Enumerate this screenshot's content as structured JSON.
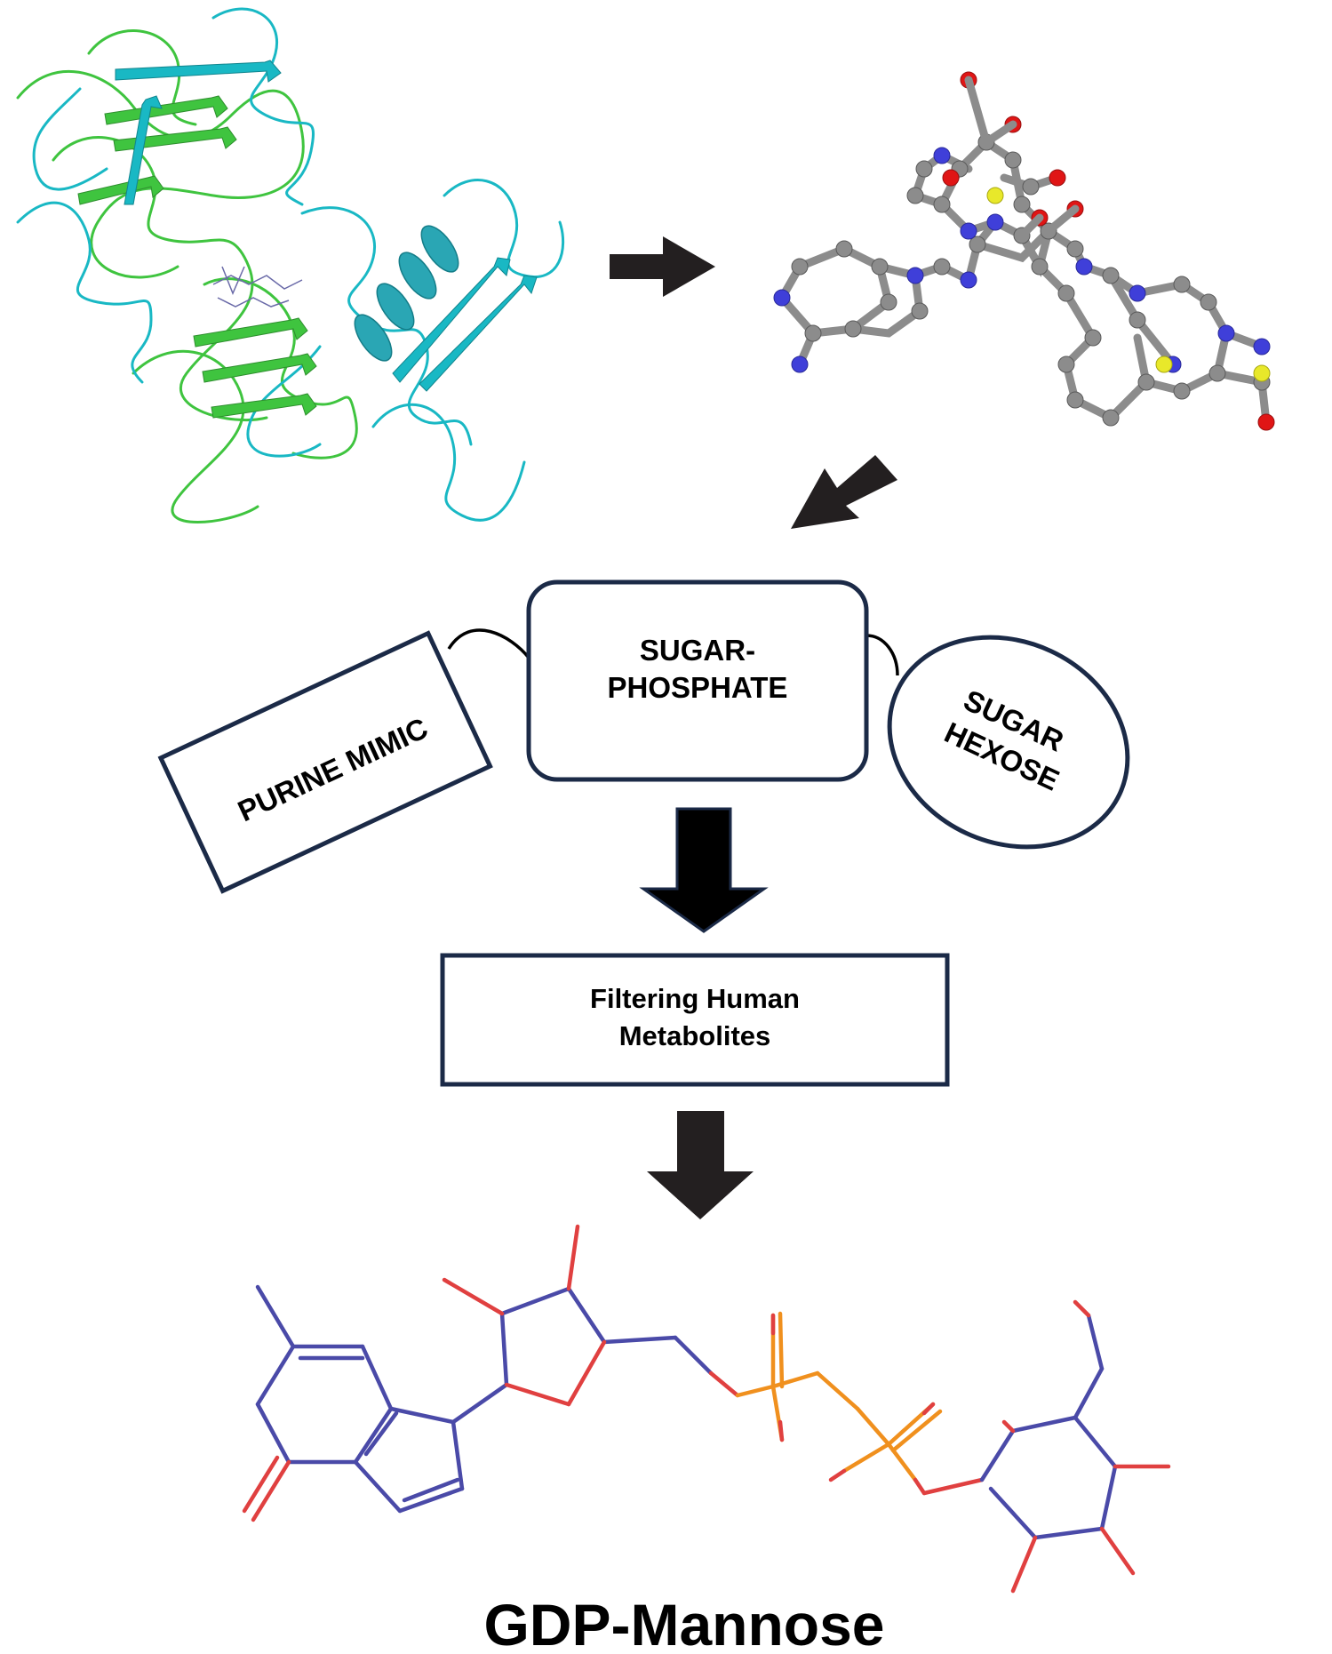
{
  "labels": {
    "sugar_phosphate_line1": "SUGAR-",
    "sugar_phosphate_line2": "PHOSPHATE",
    "purine_mimic": "PURINE MIMIC",
    "sugar_hexose_line1": "SUGAR",
    "sugar_hexose_line2": "HEXOSE",
    "filtering_line1": "Filtering Human",
    "filtering_line2": "Metabolites",
    "final_compound": "GDP-Mannose"
  },
  "colors": {
    "box_stroke": "#1b2a47",
    "arrow": "#231f20",
    "ribbon_green": "#3fc43f",
    "ribbon_cyan": "#19b8c4",
    "atom_carbon": "#8c8c8c",
    "atom_nitrogen": "#3f3fd9",
    "atom_oxygen": "#e01515",
    "atom_sulfur": "#e8e82a",
    "stick_bond": "#4a4aa8",
    "stick_oxygen": "#e04040",
    "stick_phosphorus": "#f0901e"
  }
}
